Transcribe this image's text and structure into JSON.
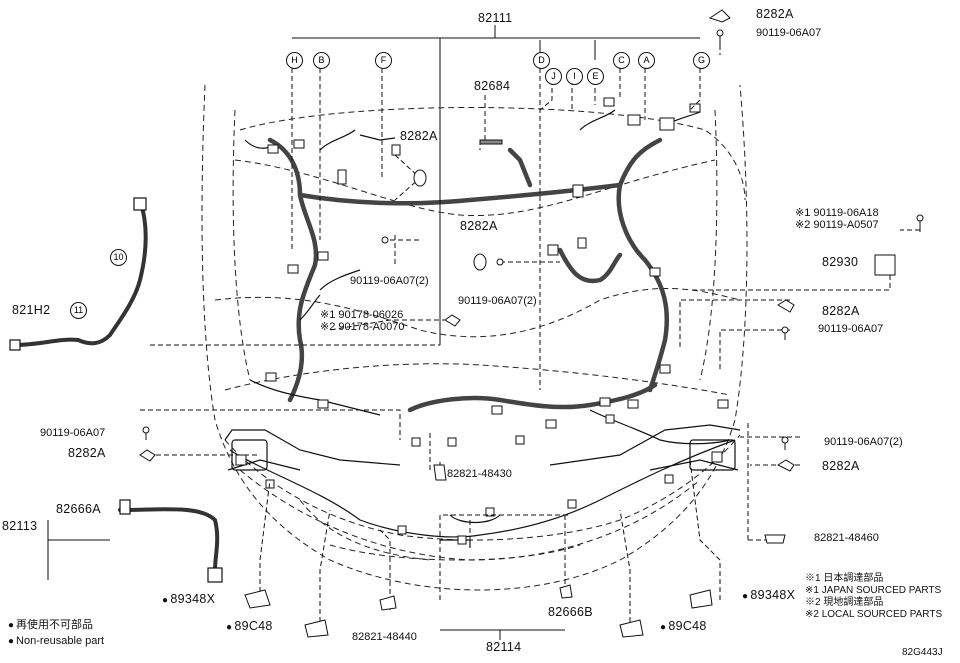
{
  "diagram": {
    "code": "82G443J",
    "part_labels": {
      "p82111": "82111",
      "p82684": "82684",
      "p8282A_top": "8282A",
      "p90119_06A07_top": "90119-06A07",
      "p8282A_mid": "8282A",
      "p8282A_center": "8282A",
      "p90119_06A07_2_left": "90119-06A07(2)",
      "p90119_06A07_2_center": "90119-06A07(2)",
      "p90178_06026": "※1 90178-06026",
      "p90178_A0070": "※2 90178-A0070",
      "p90119_06A18": "※1 90119-06A18",
      "p90119_A0507": "※2 90119-A0507",
      "p82930": "82930",
      "p8282A_right1": "8282A",
      "p90119_06A07_right1": "90119-06A07",
      "p90119_06A07_left2": "90119-06A07",
      "p8282A_left2": "8282A",
      "p90119_06A07_2_right2": "90119-06A07(2)",
      "p8282A_right2": "8282A",
      "p82821_48430": "82821-48430",
      "p82666A": "82666A",
      "p82113": "82113",
      "p821H2": "821H2",
      "p82821_48460": "82821-48460",
      "p89348X_left": "89348X",
      "p89348X_right": "89348X",
      "p89C48_left": "89C48",
      "p89C48_right": "89C48",
      "p82821_48440": "82821-48440",
      "p82666B": "82666B",
      "p82114": "82114"
    },
    "circle_keys": [
      "H",
      "B",
      "F",
      "D",
      "J",
      "I",
      "E",
      "C",
      "A",
      "G",
      "10",
      "11"
    ],
    "legend": {
      "jp": "再使用不可部品",
      "en": "Non-reusable part"
    },
    "notes": [
      "※1 日本調達部品",
      "※1 JAPAN SOURCED PARTS",
      "※2 現地調達部品",
      "※2 LOCAL SOURCED PARTS"
    ]
  }
}
